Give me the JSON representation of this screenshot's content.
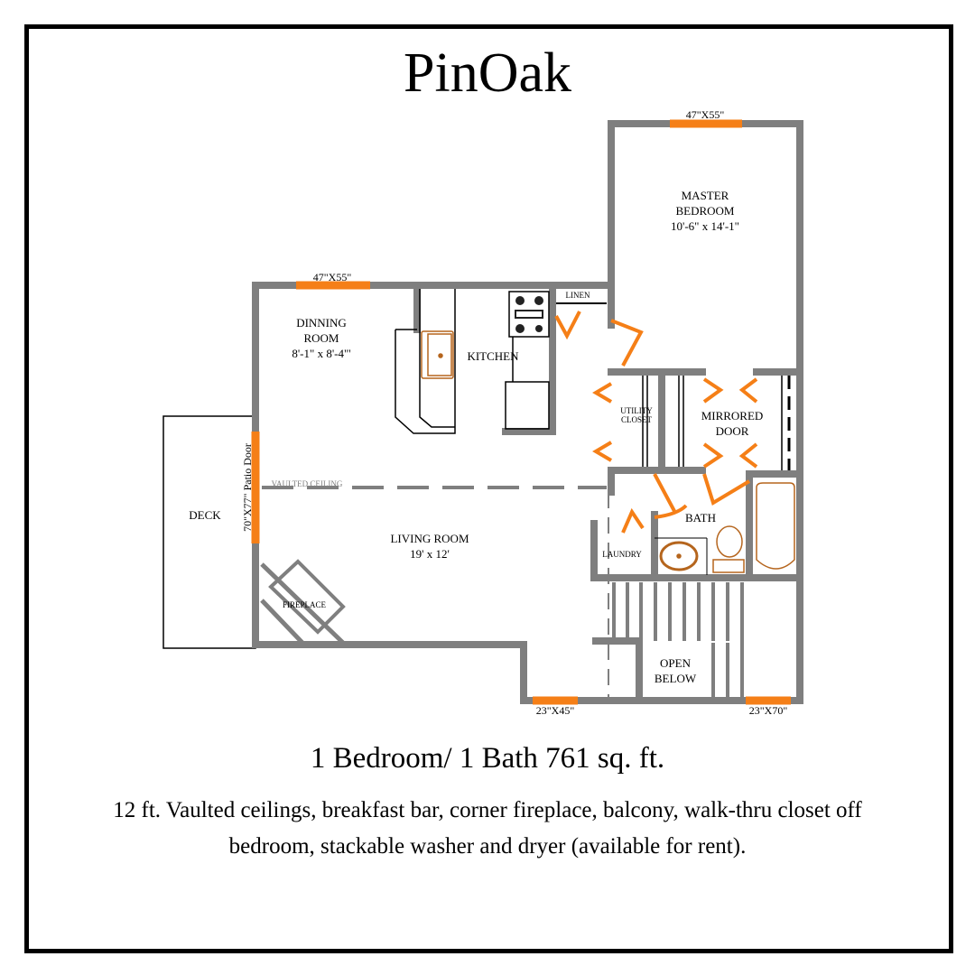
{
  "title": "PinOak",
  "rooms": {
    "master_bedroom": {
      "name_line1": "MASTER",
      "name_line2": "BEDROOM",
      "size": "10'-6\" x 14'-1\""
    },
    "dining_room": {
      "name_line1": "DINNING",
      "name_line2": "ROOM",
      "size": "8'-1\" x 8'-4\"'"
    },
    "kitchen": {
      "name": "KITCHEN"
    },
    "linen": {
      "name": "LINEN"
    },
    "utility_closet": {
      "name_line1": "UTILITY",
      "name_line2": "CLOSET"
    },
    "mirrored_door": {
      "name_line1": "MIRRORED",
      "name_line2": "DOOR"
    },
    "bath": {
      "name": "BATH"
    },
    "laundry": {
      "name": "LAUNDRY"
    },
    "living_room": {
      "name": "LIVING ROOM",
      "size": "19' x 12'"
    },
    "deck": {
      "name": "DECK"
    },
    "fireplace": {
      "name": "FIREPLACE"
    },
    "open_below": {
      "name_line1": "OPEN",
      "name_line2": "BELOW"
    },
    "vaulted_ceiling": "VAULTED CEILING"
  },
  "windows": {
    "master_top": "47\"X55\"",
    "dining_top": "47\"X55\"",
    "patio_door": "70\"X77\" Patio Door",
    "bottom_left": "23\"X45\"",
    "bottom_right": "23\"X70\""
  },
  "summary": "1 Bedroom/ 1 Bath 761 sq. ft.",
  "description_line1": "12 ft. Vaulted ceilings, breakfast bar, corner fireplace, balcony, walk-thru closet off",
  "description_line2": "bedroom, stackable washer and dryer (available for rent).",
  "colors": {
    "wall": "#7f7f7f",
    "accent": "#f57f17",
    "fixture": "#b5651d"
  }
}
